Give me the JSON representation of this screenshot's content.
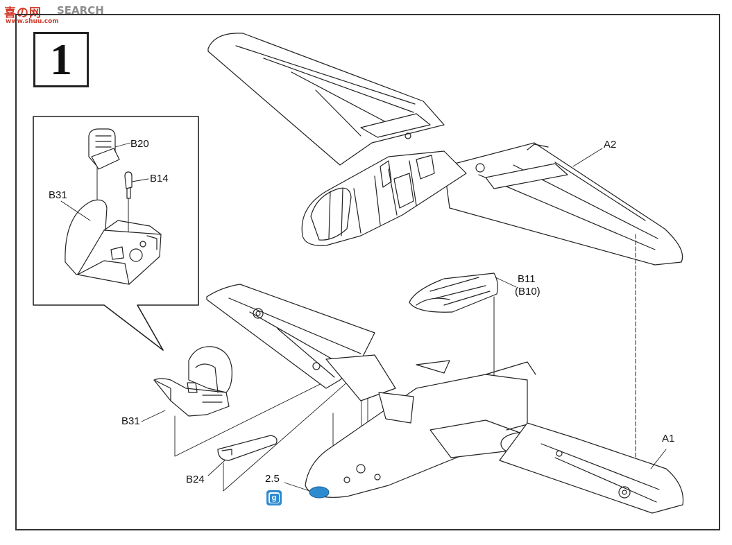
{
  "watermark": {
    "brand": "喜の网",
    "search": "SEARCH",
    "url": "www.shuu.com"
  },
  "step": {
    "number": "1"
  },
  "parts": {
    "b20": "B20",
    "b14": "B14",
    "b31_inset": "B31",
    "b31": "B31",
    "a2": "A2",
    "b11": "B11",
    "b10": "(B10)",
    "a1": "A1",
    "b24": "B24"
  },
  "paint": {
    "amount": "2.5",
    "code": "g",
    "color": "#2f8bd0"
  },
  "colors": {
    "line": "#222222",
    "paint_fill": "#2f8bd0"
  }
}
